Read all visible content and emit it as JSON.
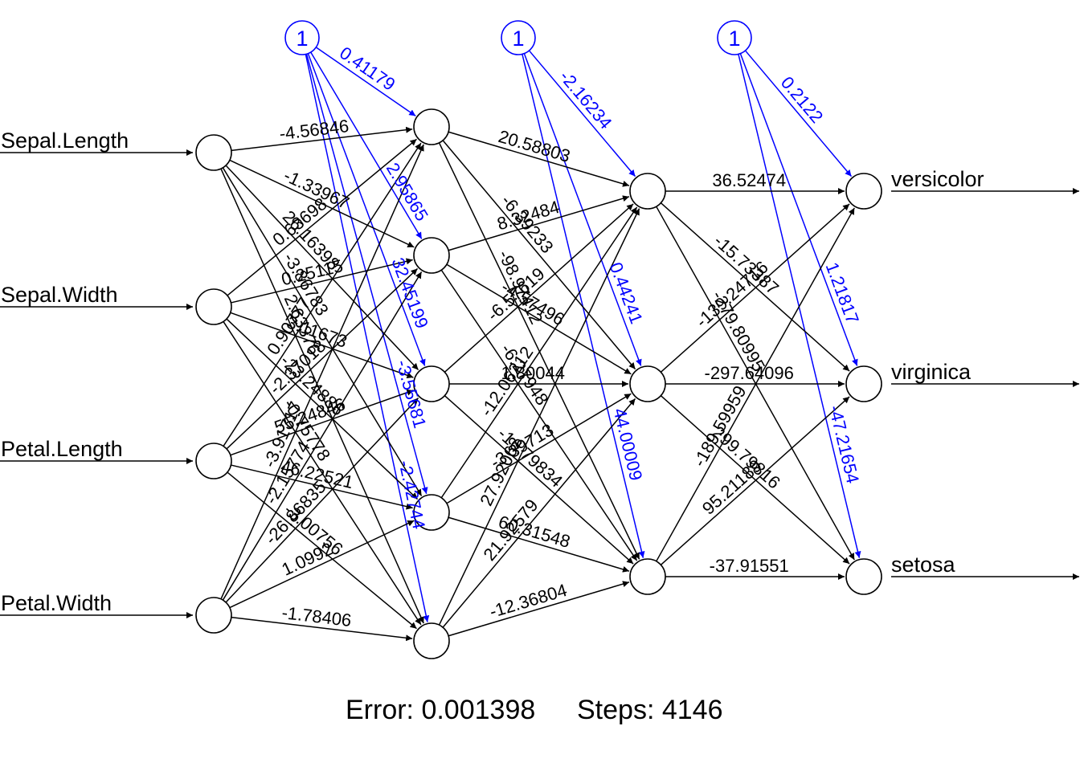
{
  "title": "Neural network plot (neuralnet)",
  "colors": {
    "weight_edge": "#000000",
    "bias_edge": "#0000ff",
    "node_stroke": "#000000",
    "bias_node_stroke": "#0000ff",
    "background": "#ffffff"
  },
  "network": {
    "layers": [
      {
        "name": "input",
        "nodes": [
          "Sepal.Length",
          "Sepal.Width",
          "Petal.Length",
          "Petal.Width"
        ]
      },
      {
        "name": "hidden1",
        "size": 5
      },
      {
        "name": "hidden2",
        "size": 3
      },
      {
        "name": "output",
        "nodes": [
          "versicolor",
          "virginica",
          "setosa"
        ]
      }
    ],
    "bias_node_label": "1",
    "weights_input_hidden1": [
      [
        "-4.56846",
        "-1.33967",
        "26.16398",
        "-3.86783",
        "2.63376"
      ],
      [
        "0.63698",
        "0.25115",
        "3.11673",
        "-23.24886",
        "-0.75778"
      ],
      [
        "0.90777",
        "-2.37018",
        "55.24846",
        "46.22521",
        "-3.00756"
      ],
      [
        "-3.91717",
        "-2.15774",
        "-26.86835",
        "1.0992",
        "-1.78406"
      ]
    ],
    "bias_hidden1": [
      "0.41179",
      "2.95865",
      "32.45199",
      "-3.55681",
      "-2.42744"
    ],
    "weights_hidden1_hidden2": [
      [
        "20.58803",
        "-6.39233",
        "-98.97412"
      ],
      [
        "8.32484",
        "-4.57496",
        "-6.27948"
      ],
      [
        "-6.57619",
        "1.80044",
        "-16.79834"
      ],
      [
        "-12.06212",
        "-3.39713",
        "60.31548"
      ],
      [
        "27.92062",
        "21.92579",
        "-12.36804"
      ]
    ],
    "bias_hidden2": [
      "-2.16234",
      "0.44241",
      "44.00009"
    ],
    "weights_hidden2_output": [
      [
        "36.52474",
        "-15.73387",
        "-279.80995"
      ],
      [
        "-139.24716",
        "-297.64096",
        "299.79816"
      ],
      [
        "-189.59959",
        "95.21189",
        "-37.91551"
      ]
    ],
    "bias_output": [
      "0.2122",
      "1.21817",
      "-47.21654"
    ]
  },
  "footer": {
    "error_label": "Error: 0.001398",
    "steps_label": "Steps: 4146"
  }
}
